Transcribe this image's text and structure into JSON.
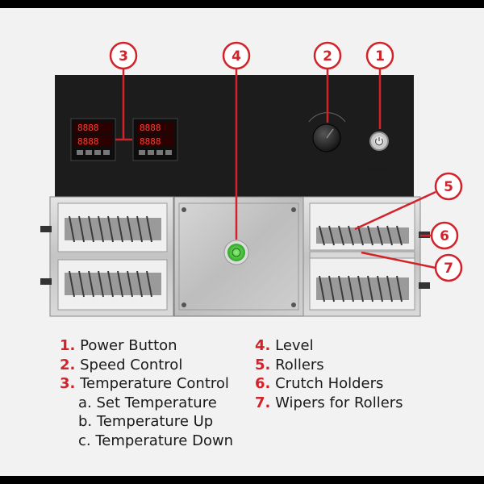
{
  "device": {
    "power_label": "Power"
  },
  "callouts": [
    {
      "num": "1"
    },
    {
      "num": "2"
    },
    {
      "num": "3"
    },
    {
      "num": "4"
    },
    {
      "num": "5"
    },
    {
      "num": "6"
    },
    {
      "num": "7"
    }
  ],
  "legend": {
    "left": [
      {
        "num": "1.",
        "text": "Power Button"
      },
      {
        "num": "2.",
        "text": "Speed Control"
      },
      {
        "num": "3.",
        "text": "Temperature Control"
      }
    ],
    "sub": [
      "a. Set Temperature",
      "b. Temperature Up",
      "c. Temperature Down"
    ],
    "right": [
      {
        "num": "4.",
        "text": "Level"
      },
      {
        "num": "5.",
        "text": "Rollers"
      },
      {
        "num": "6.",
        "text": "Crutch Holders"
      },
      {
        "num": "7.",
        "text": "Wipers for Rollers"
      }
    ]
  },
  "colors": {
    "accent": "#d2232a",
    "panel": "#1c1c1c",
    "steel": "#cfcfcf",
    "level": "#4ad13a"
  }
}
